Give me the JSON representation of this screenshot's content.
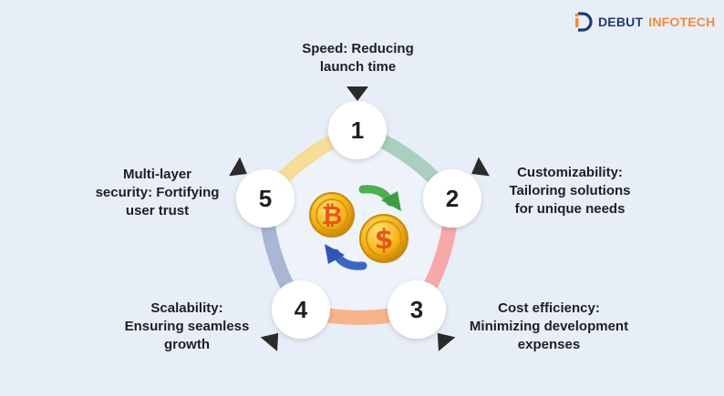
{
  "brand": {
    "name_part1": "DEBUT",
    "name_part2": "INFOTECH",
    "color_primary": "#1f3b6e",
    "color_accent": "#f28a3a"
  },
  "diagram": {
    "center_icons": [
      "bitcoin-coin-icon",
      "dollar-coin-icon",
      "green-arrow-icon",
      "blue-arrow-icon"
    ],
    "steps": [
      {
        "number": "1",
        "label": "Speed: Reducing\nlaunch time",
        "color": "#a9cfc1"
      },
      {
        "number": "2",
        "label": "Customizability:\nTailoring solutions\nfor unique needs",
        "color": "#f7a8a8"
      },
      {
        "number": "3",
        "label": "Cost efficiency:\nMinimizing development\nexpenses",
        "color": "#f7b48c"
      },
      {
        "number": "4",
        "label": "Scalability:\nEnsuring seamless\ngrowth",
        "color": "#a9b6d4"
      },
      {
        "number": "5",
        "label": "Multi-layer\nsecurity: Fortifying\nuser trust",
        "color": "#f7dc97"
      }
    ]
  }
}
